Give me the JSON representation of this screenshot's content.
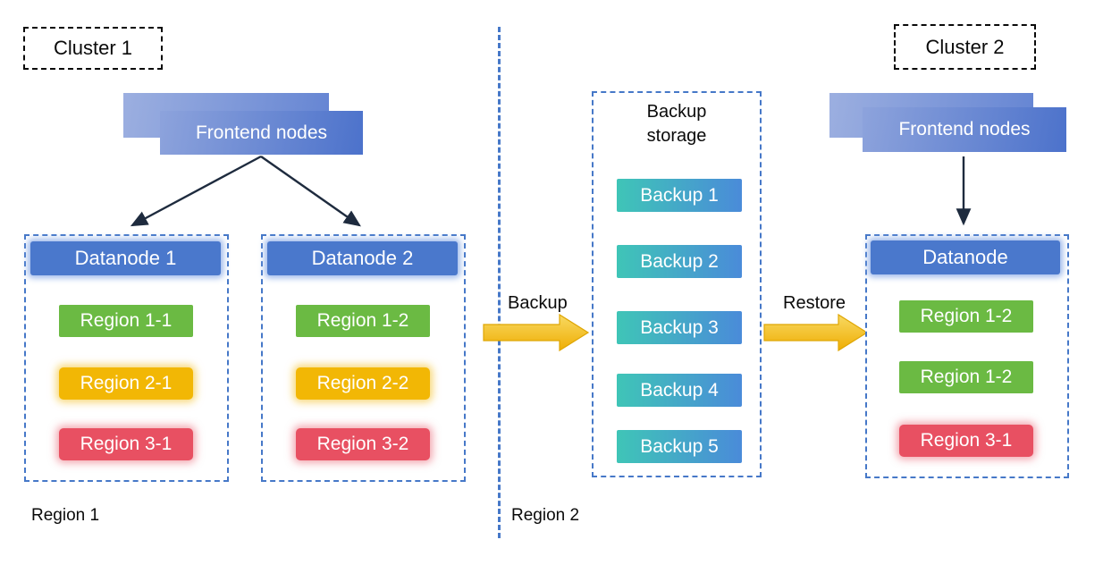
{
  "colors": {
    "dashed_border_blue": "#4678C8",
    "separator_blue": "#4678C8",
    "datanode_header_blue": "#4A78CC",
    "region_green": "#6BBA43",
    "region_amber": "#F2B705",
    "region_red": "#E85062",
    "backup_gradient_teal": "#3FC5B7",
    "backup_gradient_blue": "#4A8BD9",
    "flow_arrow_gold": "#F2B705",
    "frontend_gradient_light": "#8DA3DC",
    "frontend_gradient_dark": "#4C72CB",
    "connector_dark": "#1e2b3e"
  },
  "cluster1": {
    "label": "Cluster 1"
  },
  "cluster2": {
    "label": "Cluster 2"
  },
  "frontend_left": {
    "label": "Frontend nodes"
  },
  "frontend_right": {
    "label": "Frontend nodes"
  },
  "datanode1": {
    "title": "Datanode 1",
    "regions": [
      "Region 1-1",
      "Region 2-1",
      "Region 3-1"
    ]
  },
  "datanode2": {
    "title": "Datanode 2",
    "regions": [
      "Region 1-2",
      "Region 2-2",
      "Region 3-2"
    ]
  },
  "cluster2_datanode": {
    "title": "Datanode",
    "regions": [
      "Region 1-2",
      "Region 1-2",
      "Region 3-1"
    ]
  },
  "backup_storage": {
    "title": "Backup storage",
    "items": [
      "Backup 1",
      "Backup 2",
      "Backup 3",
      "Backup 4",
      "Backup 5"
    ]
  },
  "flow": {
    "backup_label": "Backup",
    "restore_label": "Restore"
  },
  "region_labels": {
    "region1": "Region 1",
    "region2": "Region 2"
  }
}
